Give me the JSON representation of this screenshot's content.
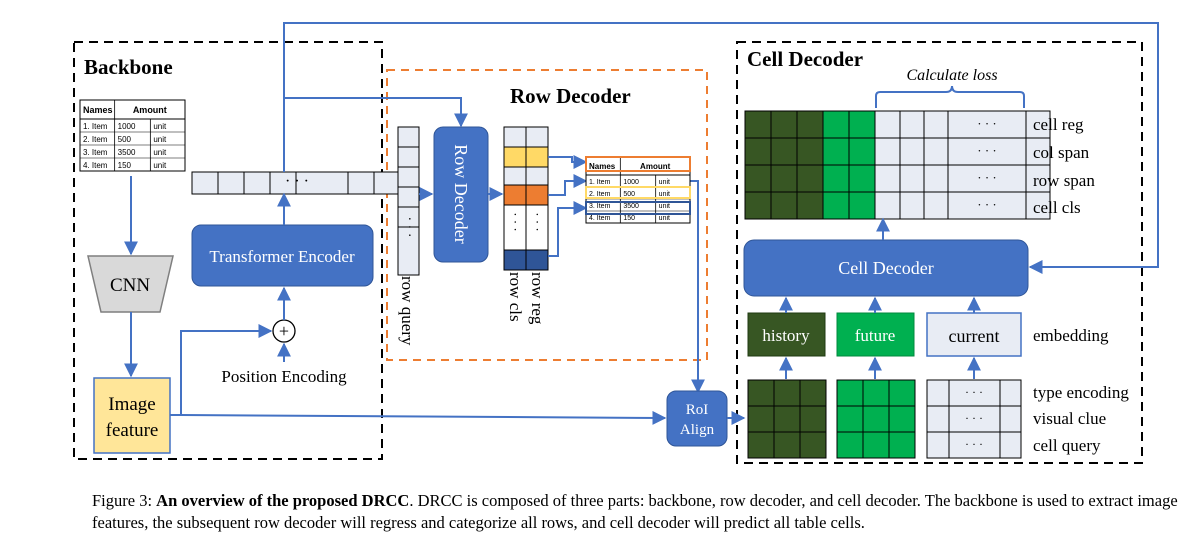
{
  "sections": {
    "backbone": "Backbone",
    "row_decoder": "Row Decoder",
    "cell_decoder": "Cell Decoder"
  },
  "backbone": {
    "cnn": "CNN",
    "image_feature_line1": "Image",
    "image_feature_line2": "feature",
    "transformer_encoder": "Transformer Encoder",
    "position_encoding": "Position Encoding",
    "plus": "+",
    "ellipsis": "· · ·"
  },
  "row_decoder": {
    "block": "Row Decoder",
    "row_query": "row query",
    "row_reg": "row reg",
    "row_cls": "row cls",
    "ellipsis": "· · ·"
  },
  "table": {
    "headers": [
      "Names",
      "Amount"
    ],
    "rows": [
      [
        "1. Item",
        "1000",
        "unit"
      ],
      [
        "2. Item",
        "500",
        "unit"
      ],
      [
        "3. Item",
        "3500",
        "unit"
      ],
      [
        "4. Item",
        "150",
        "unit"
      ]
    ]
  },
  "roi": {
    "line1": "RoI",
    "line2": "Align"
  },
  "cell_decoder": {
    "calculate_loss": "Calculate loss",
    "block": "Cell Decoder",
    "output_labels": [
      "cell reg",
      "col span",
      "row span",
      "cell cls"
    ],
    "history": "history",
    "future": "future",
    "current": "current",
    "embedding": "embedding",
    "input_labels": [
      "type encoding",
      "visual clue",
      "cell query"
    ],
    "ellipsis": "· · ·"
  },
  "caption": {
    "prefix": "Figure 3: ",
    "bold": "An overview of the proposed DRCC",
    "rest": ". DRCC is composed of three parts: backbone, row decoder, and cell decoder. The backbone is used to extract image features, the subsequent row decoder will regress and categorize all rows, and cell decoder will predict all table cells."
  },
  "colors": {
    "blue": "#4472c4",
    "dark_green": "#375623",
    "bright_green": "#00b050",
    "light_gray": "#e8ecf4",
    "yellow": "#ffd966",
    "orange": "#ed7d31",
    "navy": "#2f5597",
    "dashed_orange": "#ed7d31",
    "image_feature": "#ffe699",
    "cnn_gray": "#d9d9d9"
  }
}
